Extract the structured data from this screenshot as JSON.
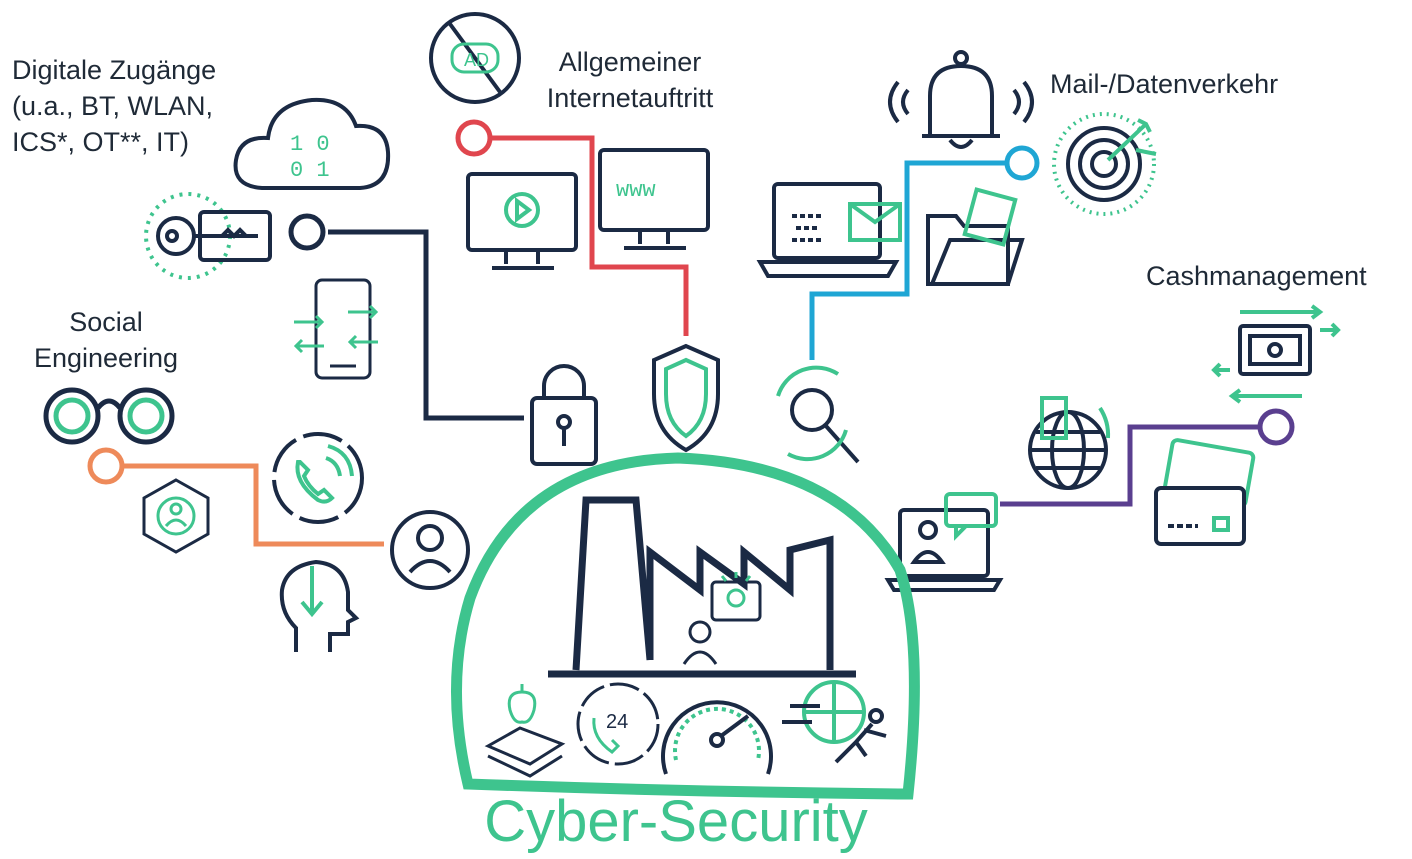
{
  "labels": {
    "digital_access": "Digitale Zugänge\n(u.a., BT, WLAN,\nICS*, OT**, IT)",
    "web_presence": "Allgemeiner\nInternetauftritt",
    "mail": "Mail-/Datenverkehr",
    "cash": "Cashmanagement",
    "social": "Social\nEngineering",
    "main_title": "Cyber-Security"
  },
  "icons": {
    "ad_block": "AD",
    "hotline": "24",
    "www": "www"
  },
  "colors": {
    "navy": "#1b2a44",
    "green": "#3ec48e",
    "red": "#e0464e",
    "blue": "#1fa6d4",
    "purple": "#5a3f8f",
    "orange": "#ee8a5a"
  }
}
